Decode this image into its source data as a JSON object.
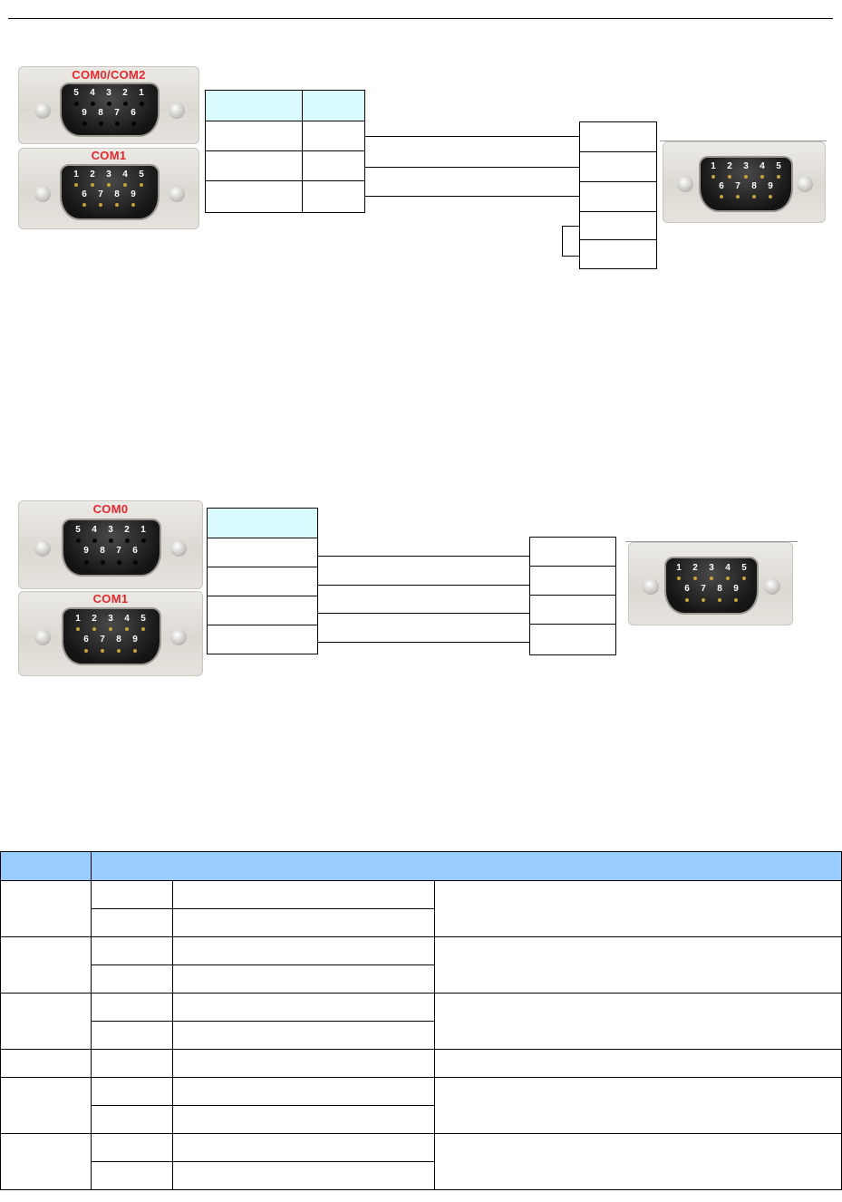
{
  "colors": {
    "connector_label": "#e8272b",
    "table_header_bg": "#99ccff",
    "pin_box_header_bg": "#d9fbff",
    "pin_contact": "#c7a23a"
  },
  "diagram1": {
    "top_connector": {
      "label": "COM0/COM2",
      "pins_top": [
        "5",
        "4",
        "3",
        "2",
        "1"
      ],
      "pins_bottom": [
        "9",
        "8",
        "7",
        "6"
      ]
    },
    "bottom_connector": {
      "label": "COM1",
      "pins_top": [
        "1",
        "2",
        "3",
        "4",
        "5"
      ],
      "pins_bottom": [
        "6",
        "7",
        "8",
        "9"
      ]
    },
    "remote_connector": {
      "pins_top": [
        "1",
        "2",
        "3",
        "4",
        "5"
      ],
      "pins_bottom": [
        "6",
        "7",
        "8",
        "9"
      ]
    }
  },
  "diagram2": {
    "top_connector": {
      "label": "COM0",
      "pins_top": [
        "5",
        "4",
        "3",
        "2",
        "1"
      ],
      "pins_bottom": [
        "9",
        "8",
        "7",
        "6"
      ]
    },
    "bottom_connector": {
      "label": "COM1",
      "pins_top": [
        "1",
        "2",
        "3",
        "4",
        "5"
      ],
      "pins_bottom": [
        "6",
        "7",
        "8",
        "9"
      ]
    },
    "remote_connector": {
      "pins_top": [
        "1",
        "2",
        "3",
        "4",
        "5"
      ],
      "pins_bottom": [
        "6",
        "7",
        "8",
        "9"
      ]
    }
  }
}
